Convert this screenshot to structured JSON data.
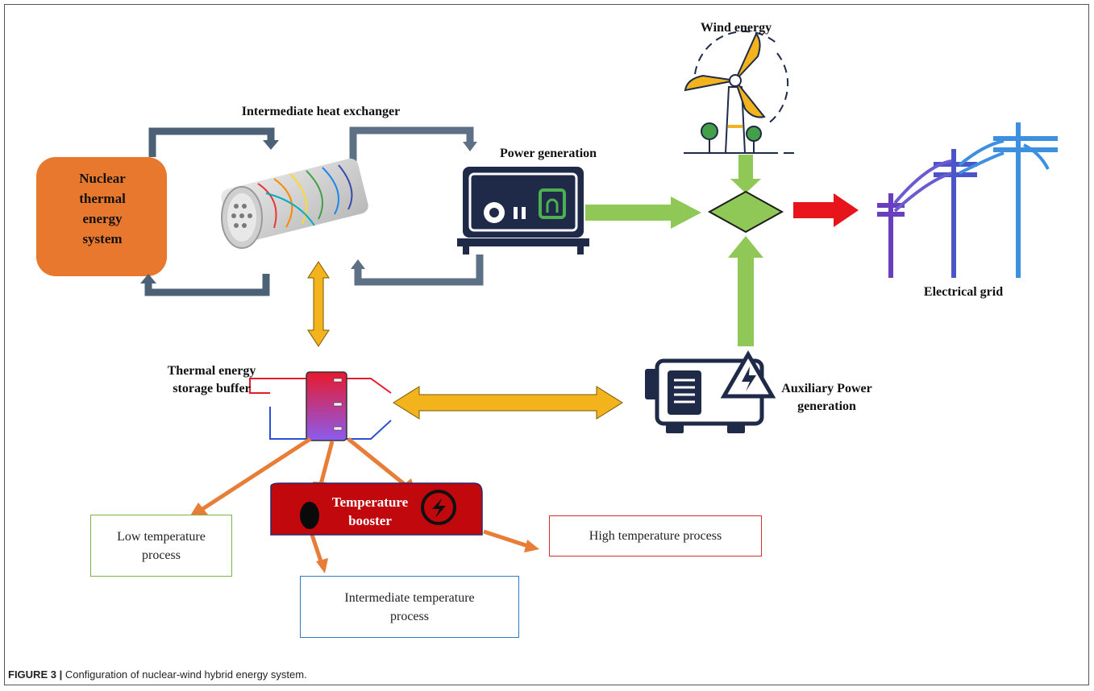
{
  "labels": {
    "wind_energy": "Wind energy",
    "heat_exchanger": "Intermediate heat exchanger",
    "power_generation": "Power generation",
    "nuclear_system": "Nuclear thermal energy system",
    "electrical_grid": "Electrical grid",
    "thermal_storage": "Thermal energy storage buffer",
    "auxiliary_power": "Auxiliary Power generation",
    "temperature_booster": "Temperature booster",
    "low_temp": "Low temperature process",
    "high_temp": "High temperature process",
    "intermediate_temp": "Intermediate temperature process"
  },
  "caption": {
    "figure": "FIGURE 3 |",
    "text": "Configuration of nuclear-wind hybrid energy system."
  },
  "colors": {
    "nuclear": "#e8782e",
    "loop_arrow": "#4d6176",
    "green_arrow": "#8fc857",
    "yellow_arrow": "#f2b31c",
    "red_arrow": "#e8141c",
    "orange_arrow": "#e87d38",
    "booster": "#c0080d",
    "low_border": "#7cb342",
    "high_border": "#d32f2f",
    "mid_border": "#2e7dc4"
  }
}
